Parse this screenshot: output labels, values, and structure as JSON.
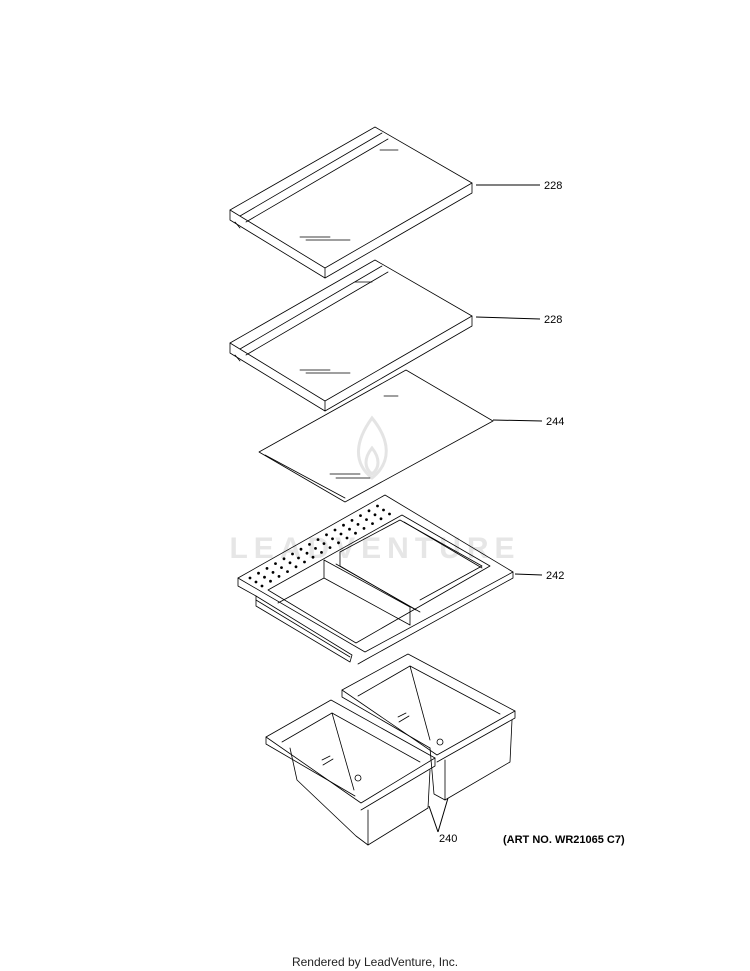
{
  "watermark": "LEADVENTURE",
  "callouts": [
    {
      "id": "shelf-top",
      "label": "228"
    },
    {
      "id": "shelf-middle",
      "label": "228"
    },
    {
      "id": "glass-cover",
      "label": "244"
    },
    {
      "id": "crisper-frame",
      "label": "242"
    },
    {
      "id": "crisper-drawers",
      "label": "240"
    }
  ],
  "art_number": "(ART NO. WR21065 C7)",
  "footer": "Rendered by LeadVenture, Inc.",
  "line_color": "#000000"
}
